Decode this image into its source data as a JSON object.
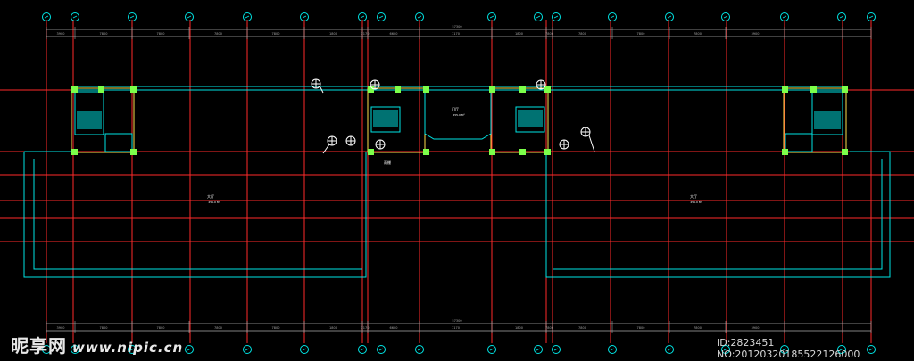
{
  "watermark": {
    "brand": "昵享网",
    "url": "www.nipic.cn",
    "id_text": "ID:2823451 NO:20120320185522126000"
  },
  "dimensions": {
    "top_overall": "57300",
    "bottom_overall": "57300",
    "segments_top": [
      "3900",
      "7800",
      "7800",
      "7800",
      "7800",
      "1800",
      "7170",
      "6600",
      "7170",
      "1800",
      "7800",
      "7800",
      "7800",
      "7800",
      "3900"
    ],
    "segments_bottom": [
      "3900",
      "7800",
      "7800",
      "7800",
      "7800",
      "1800",
      "7170",
      "6600",
      "7170",
      "1800",
      "7800",
      "7800",
      "7800",
      "7800",
      "3900"
    ]
  },
  "room_labels": {
    "left_hall": "大厅",
    "left_hall_sub": "255.0 M²",
    "right_hall": "大厅",
    "right_hall_sub": "255.0 M²",
    "center_room": "门厅",
    "center_room_sub": "255.0 M²",
    "center_tag": "雨棚"
  },
  "colors": {
    "axis": "#ff2a2a",
    "wall": "#00e5e5",
    "column": "#7cff4a",
    "dimension": "#aaaaaa",
    "yellow": "#ffe14d",
    "white": "#ffffff"
  }
}
